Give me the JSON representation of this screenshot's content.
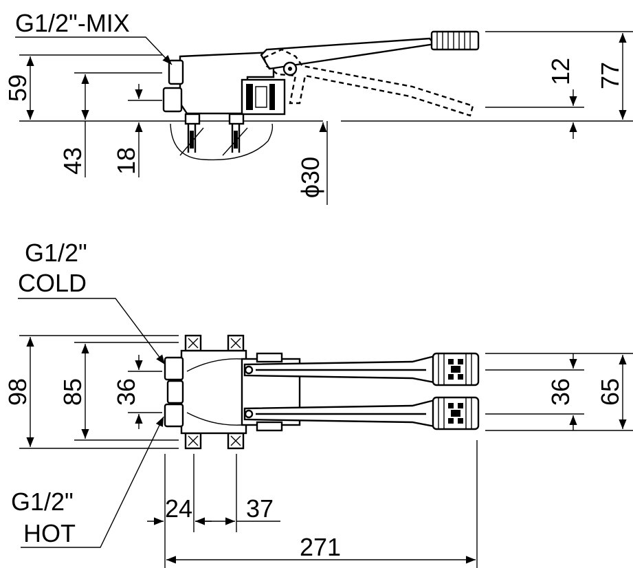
{
  "labels": {
    "mix": "G1/2\"-MIX",
    "cold_line1": "G1/2\"",
    "cold_line2": "COLD",
    "hot_line1": "G1/2\"",
    "hot_line2": "HOT"
  },
  "dimensions": {
    "top_59": "59",
    "top_43": "43",
    "top_18": "18",
    "top_diameter": "ϕ30",
    "top_12": "12",
    "top_77": "77",
    "bottom_98": "98",
    "bottom_85": "85",
    "bottom_36_left": "36",
    "bottom_36_right": "36",
    "bottom_65": "65",
    "bottom_24": "24",
    "bottom_37": "37",
    "bottom_271": "271"
  }
}
